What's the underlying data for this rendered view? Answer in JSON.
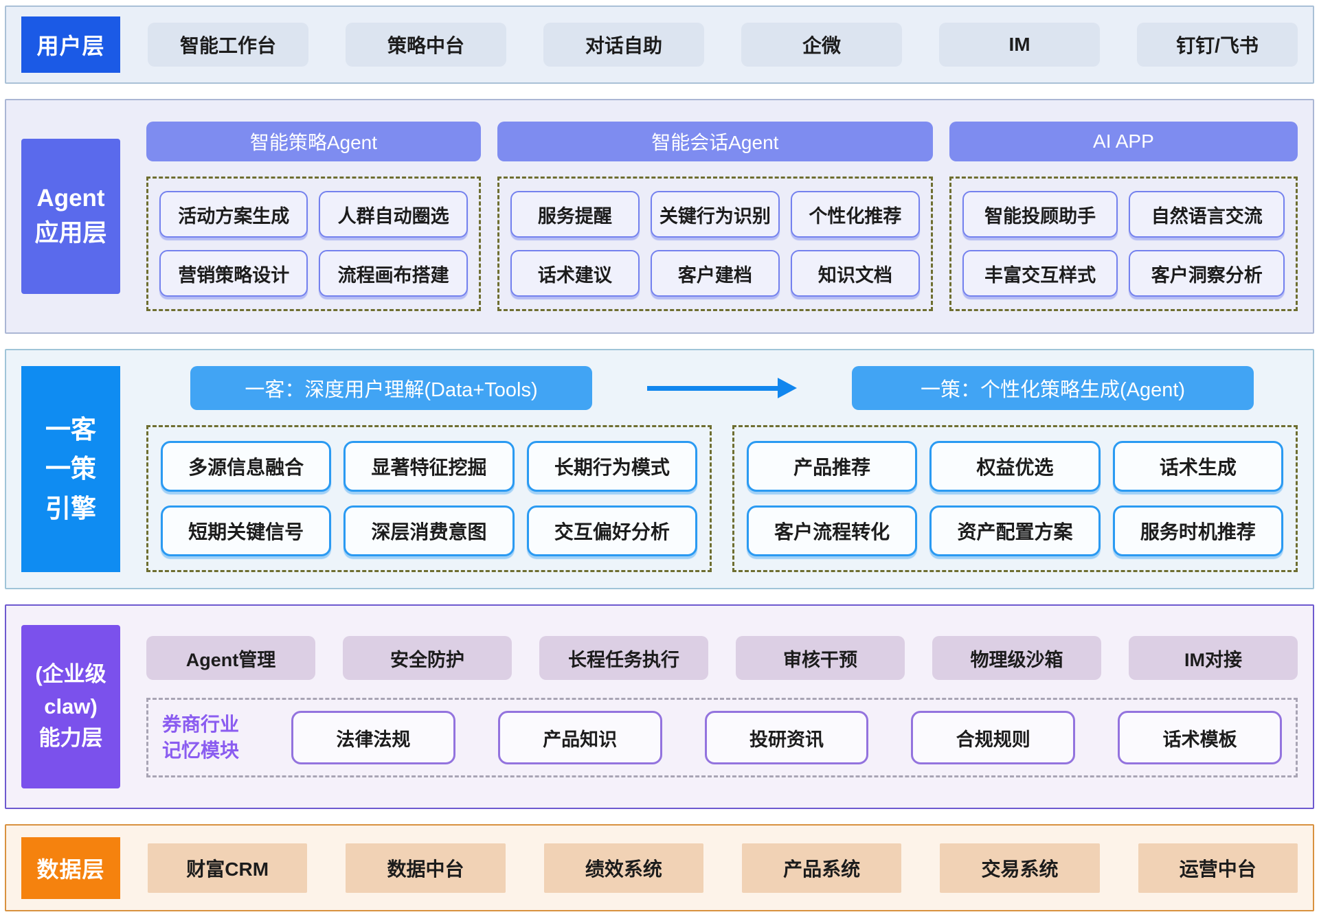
{
  "diagram": {
    "layers": {
      "user": {
        "label": "用户层",
        "items": [
          "智能工作台",
          "策略中台",
          "对话自助",
          "企微",
          "IM",
          "钉钉/飞书"
        ]
      },
      "agent": {
        "label_lines": [
          "Agent",
          "应用层"
        ],
        "groups": [
          {
            "header": "智能策略Agent",
            "cards": [
              "活动方案生成",
              "人群自动圈选",
              "营销策略设计",
              "流程画布搭建"
            ]
          },
          {
            "header": "智能会话Agent",
            "cards": [
              "服务提醒",
              "关键行为识别",
              "个性化推荐",
              "话术建议",
              "客户建档",
              "知识文档"
            ]
          },
          {
            "header": "AI APP",
            "cards": [
              "智能投顾助手",
              "自然语言交流",
              "丰富交互样式",
              "客户洞察分析"
            ]
          }
        ]
      },
      "engine": {
        "label_lines": [
          "一客",
          "一策",
          "引擎"
        ],
        "left_pill": "一客：深度用户理解(Data+Tools)",
        "right_pill": "一策：个性化策略生成(Agent)",
        "left_cards": [
          "多源信息融合",
          "显著特征挖掘",
          "长期行为模式",
          "短期关键信号",
          "深层消费意图",
          "交互偏好分析"
        ],
        "right_cards": [
          "产品推荐",
          "权益优选",
          "话术生成",
          "客户流程转化",
          "资产配置方案",
          "服务时机推荐"
        ]
      },
      "capability": {
        "label_lines": [
          "(企业级",
          "claw)",
          "能力层"
        ],
        "platform_items": [
          "Agent管理",
          "安全防护",
          "长程任务执行",
          "审核干预",
          "物理级沙箱",
          "IM对接"
        ],
        "memory_label_lines": [
          "券商行业",
          "记忆模块"
        ],
        "memory_cards": [
          "法律法规",
          "产品知识",
          "投研资讯",
          "合规规则",
          "话术模板"
        ]
      },
      "data": {
        "label": "数据层",
        "items": [
          "财富CRM",
          "数据中台",
          "绩效系统",
          "产品系统",
          "交易系统",
          "运营中台"
        ]
      }
    },
    "colors": {
      "user_label_bg": "#1b5ae6",
      "agent_label_bg": "#5a6aec",
      "agent_header_bg": "#7e8cf0",
      "agent_card_border": "#7481ee",
      "engine_label_bg": "#0f8cf2",
      "engine_pill_bg": "#41a4f4",
      "engine_card_border": "#2a9af2",
      "arrow_color": "#1186ee",
      "capability_label_bg": "#7b51ec",
      "memory_card_border": "#9373de",
      "memory_label_text": "#8a5cf0",
      "data_label_bg": "#f5820e",
      "data_item_bg": "#f1d2b5"
    }
  }
}
